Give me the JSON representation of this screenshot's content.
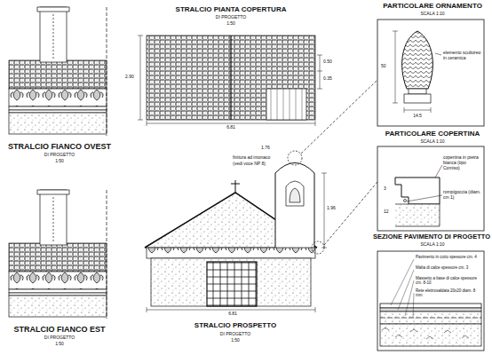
{
  "diagram": {
    "labels": [
      "STRALCIO FIANCO OVEST",
      "DI PROGETTO",
      "1:50",
      "STRALCIO FIANCO EST",
      "DI PROGETTO",
      "1:50",
      "STRALCIO PIANTA COPERTURA",
      "DI PROGETTO",
      "1:50",
      "6.81",
      "2.90",
      "0.50",
      "0.35",
      "STRALCIO PROSPETTO",
      "DI PROGETTO",
      "1:50",
      "finitura ad intonaco",
      "(vedi voce NP 8)",
      "6.81",
      "1.76",
      "1.96",
      "PARTICOLARE ORNAMENTO",
      "SCALA 1:10",
      "elemento scultoreo in ceramica",
      "50",
      "14.5",
      "PARTICOLARE COPERTINA",
      "SCALA 1:10",
      "copertina in pietra bianca (tipo Comiso)",
      "rompigoccia (diam. cm 1)",
      "3",
      "12",
      "SEZIONE PAVIMENTO DI PROGETTO",
      "SCALA 1:10",
      "Pavimento in cotto spessore cm. 4",
      "Malta di calce spessore cm. 3",
      "Massetto a base di calce spessore cm. 8-10",
      "Rete elettrosaldata 20x20 diam. 8 mm"
    ]
  }
}
